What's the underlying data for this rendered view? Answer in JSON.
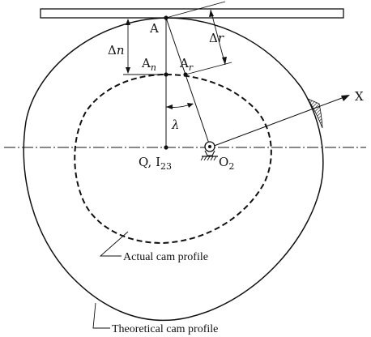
{
  "labels": {
    "point_a": "A",
    "point_an": "A",
    "point_an_sub": "n",
    "point_ar": "A",
    "point_ar_sub": "r",
    "delta_n_sym": "Δ",
    "delta_n_var": "n",
    "delta_r_sym": "Δ",
    "delta_r_var": "r",
    "lambda": "λ",
    "q_label": "Q, I",
    "q_label_sub": "23",
    "o2_label": "O",
    "o2_label_sub": "2",
    "x_axis": "X",
    "actual_profile": "Actual cam profile",
    "theoretical_profile": "Theoretical cam profile"
  },
  "colors": {
    "stroke": "#111111",
    "background": "#ffffff"
  }
}
